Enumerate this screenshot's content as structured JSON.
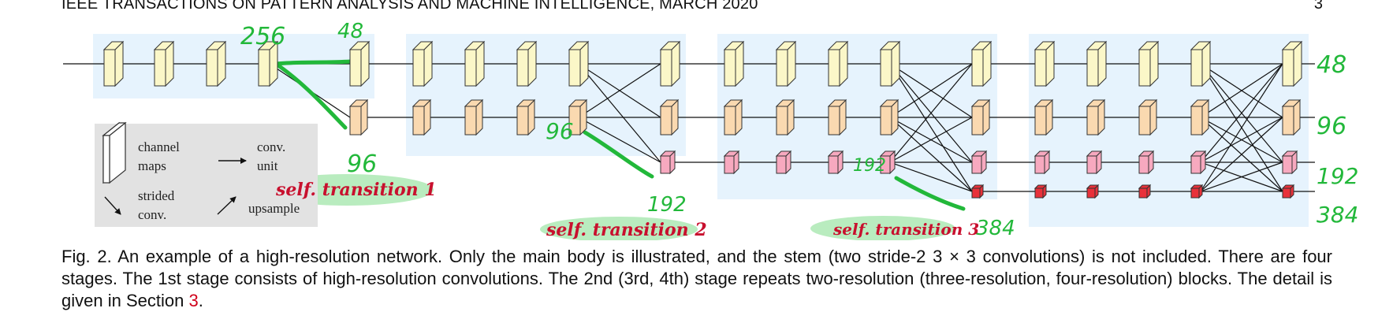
{
  "header": {
    "title": "IEEE TRANSACTIONS ON PATTERN ANALYSIS AND MACHINE INTELLIGENCE, MARCH 2020",
    "page_number": "3"
  },
  "legend": {
    "channel_maps": [
      "channel",
      "maps"
    ],
    "conv_unit": [
      "conv.",
      "unit"
    ],
    "strided_conv": [
      "strided",
      "conv."
    ],
    "upsample": "upsample"
  },
  "annotations": {
    "top_a": "256",
    "top_b": "48",
    "after_stage1": "96",
    "stage2_mid": "96",
    "stage2_low": "192",
    "stage3_low": "192",
    "stage3_bottom": "384",
    "right_1": "48",
    "right_2": "96",
    "right_3": "192",
    "right_4": "384",
    "transition_1": "self. transition 1",
    "transition_2": "self. transition 2",
    "transition_3": "self. transition 3"
  },
  "caption": {
    "text": "Fig. 2. An example of a high-resolution network. Only the main body is illustrated, and the stem (two stride-2 3 × 3 convolutions) is not included. There are four stages. The 1st stage consists of high-resolution convolutions. The 2nd (3rd, 4th) stage repeats two-resolution (three-resolution, four-resolution) blocks. The detail is given in Section ",
    "section_ref": "3",
    "end": "."
  },
  "colors": {
    "stage_background": "#e6f3fd",
    "legend_background": "#e2e2e2",
    "res1_block": "#fbf7c8",
    "res2_block": "#fad9b0",
    "res3_block": "#f7a9bf",
    "res4_block": "#e8313a",
    "annotation_green": "#22b83a",
    "annotation_red": "#c8102e",
    "highlight_green": "#7fdc8a"
  }
}
